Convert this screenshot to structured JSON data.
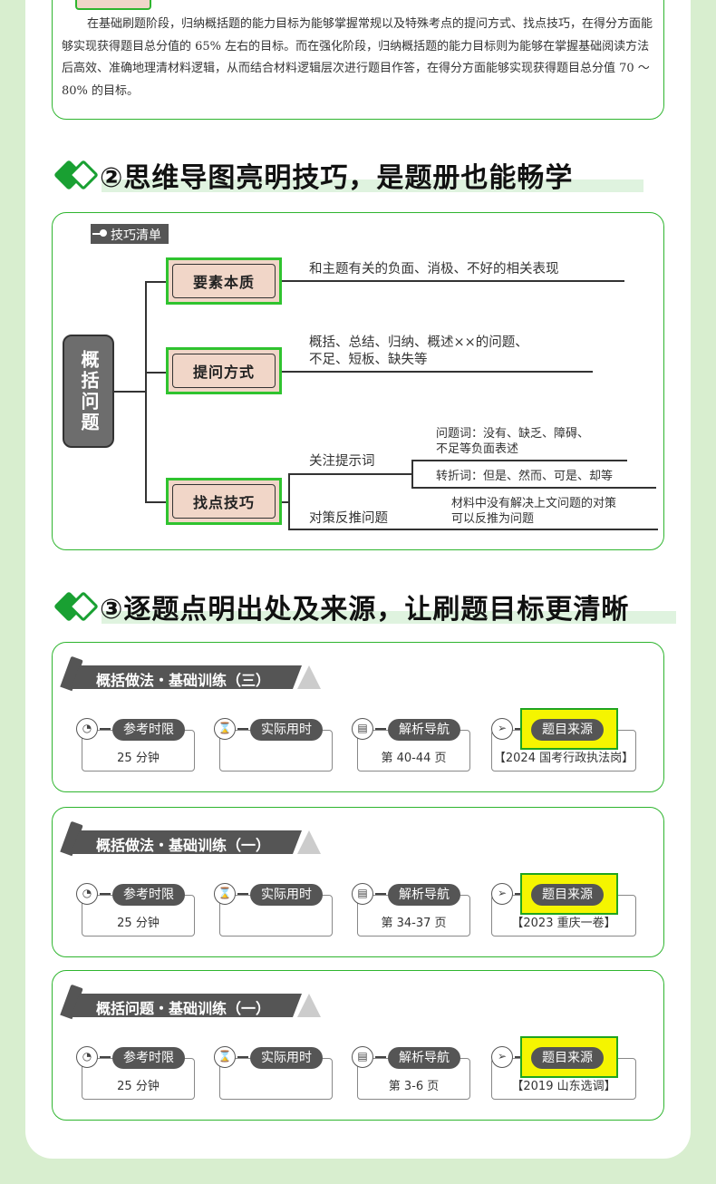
{
  "intro": {
    "paragraph": "在基础刷题阶段，归纳概括题的能力目标为能够掌握常规以及特殊考点的提问方式、找点技巧，在得分方面能够实现获得题目总分值的 65% 左右的目标。而在强化阶段，归纳概括题的能力目标则为能够在掌握基础阅读方法后高效、准确地理清材料逻辑，从而结合材料逻辑层次进行题目作答，在得分方面能够实现获得题目总分值 70 ～ 80% 的目标。"
  },
  "section2": {
    "title": "②思维导图亮明技巧，是题册也能畅学"
  },
  "mindmap": {
    "tag": "技巧清单",
    "root": "概括问题",
    "nodes": [
      {
        "label": "要素本质",
        "text": "和主题有关的负面、消极、不好的相关表现"
      },
      {
        "label": "提问方式",
        "text1": "概括、总结、归纳、概述××的问题、",
        "text2": "不足、短板、缺失等"
      },
      {
        "label": "找点技巧",
        "branches": [
          {
            "label": "关注提示词",
            "sub1a": "问题词：没有、缺乏、障碍、",
            "sub1b": "不足等负面表述",
            "sub2": "转折词：但是、然而、可是、却等"
          },
          {
            "label": "对策反推问题",
            "suba": "材料中没有解决上文问题的对策",
            "subb": "可以反推为问题"
          }
        ]
      }
    ]
  },
  "section3": {
    "title": "③逐题点明出处及来源，让刷题目标更清晰"
  },
  "cards": [
    {
      "title": "概括做法・基础训练（三）",
      "ref_label": "参考时限",
      "ref_value": "25 分钟",
      "actual_label": "实际用时",
      "guide_label": "解析导航",
      "guide_value": "第 40-44 页",
      "source_label": "题目来源",
      "source_value": "【2024 国考行政执法岗】"
    },
    {
      "title": "概括做法・基础训练（一）",
      "ref_label": "参考时限",
      "ref_value": "25 分钟",
      "actual_label": "实际用时",
      "guide_label": "解析导航",
      "guide_value": "第 34-37 页",
      "source_label": "题目来源",
      "source_value": "【2023 重庆一卷】"
    },
    {
      "title": "概括问题・基础训练（一）",
      "ref_label": "参考时限",
      "ref_value": "25 分钟",
      "actual_label": "实际用时",
      "guide_label": "解析导航",
      "guide_value": "第 3-6 页",
      "source_label": "题目来源",
      "source_value": "【2019 山东选调】"
    }
  ],
  "colors": {
    "accent": "#2fb52f",
    "background": "#d8eecf",
    "highlight": "#f5f500"
  }
}
